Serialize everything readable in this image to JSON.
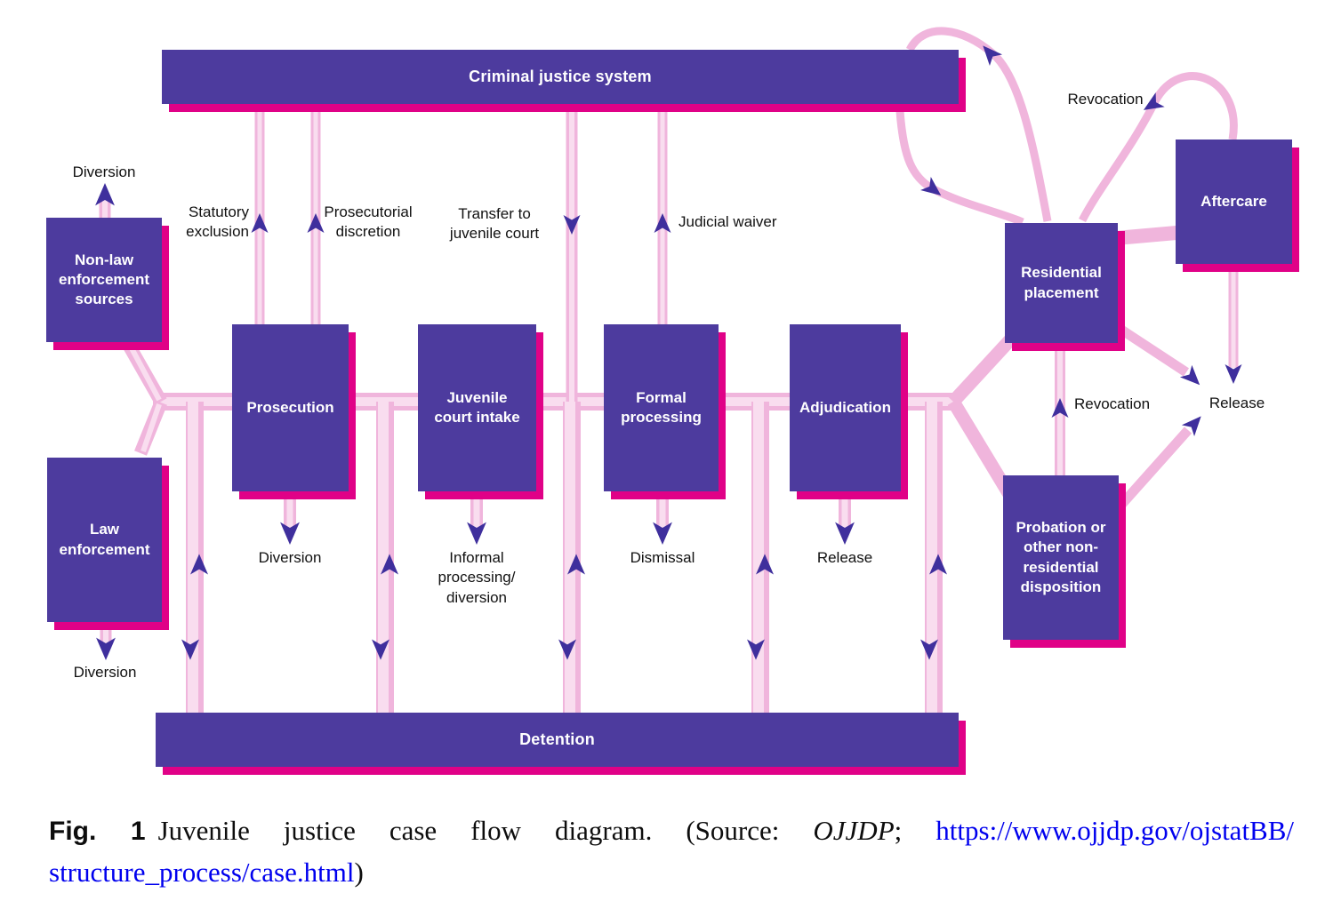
{
  "theme": {
    "box": "#4d3b9e",
    "shadow": "#e00187",
    "pink": "#f0b5dc",
    "pale": "#f9ddef",
    "arrow": "#3f2f9d",
    "link": "#0000ee",
    "label": "#111111"
  },
  "diagram": {
    "boxes": {
      "criminal_justice_system": {
        "label": "Criminal justice system"
      },
      "non_law_enforcement": {
        "label": "Non-law\nenforcement\nsources"
      },
      "law_enforcement": {
        "label": "Law\nenforcement"
      },
      "prosecution": {
        "label": "Prosecution"
      },
      "juvenile_court_intake": {
        "label": "Juvenile\ncourt intake"
      },
      "formal_processing": {
        "label": "Formal\nprocessing"
      },
      "adjudication": {
        "label": "Adjudication"
      },
      "residential_placement": {
        "label": "Residential\nplacement"
      },
      "aftercare": {
        "label": "Aftercare"
      },
      "probation": {
        "label": "Probation or\nother non-\nresidential\ndisposition"
      },
      "detention": {
        "label": "Detention"
      }
    },
    "labels": {
      "diversion_top": "Diversion",
      "statutory_exclusion": "Statutory\nexclusion",
      "prosecutorial_discretion": "Prosecutorial\ndiscretion",
      "transfer_juvenile_court": "Transfer to\njuvenile court",
      "judicial_waiver": "Judicial waiver",
      "revocation_top": "Revocation",
      "revocation_mid": "Revocation",
      "release_right": "Release",
      "diversion_prosecution": "Diversion",
      "informal_processing": "Informal\nprocessing/\ndiversion",
      "dismissal": "Dismissal",
      "release_adjudication": "Release",
      "diversion_law": "Diversion"
    }
  },
  "caption": {
    "fig_label": "Fig. 1",
    "body": "Juvenile justice case flow diagram. (Source:",
    "source_name": "OJJDP",
    "separator": ";",
    "url_line1": "https://www.ojjdp.gov/ojstatBB/",
    "url_line2": "structure_process/case.html",
    "closing": ")"
  }
}
